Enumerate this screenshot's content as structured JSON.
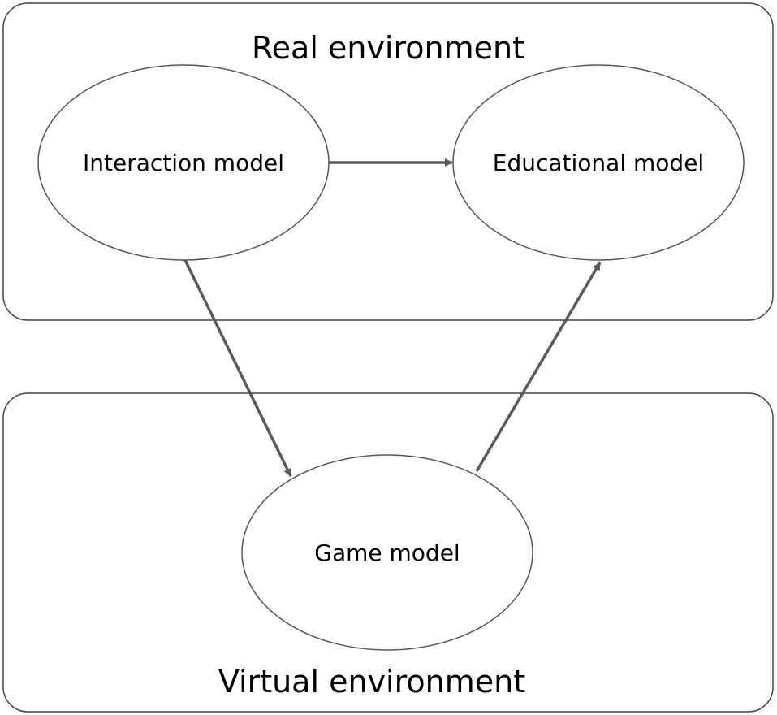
{
  "regions": {
    "real": {
      "title": "Real environment"
    },
    "virtual": {
      "title": "Virtual environment"
    }
  },
  "nodes": {
    "interaction": {
      "label": "Interaction model"
    },
    "educational": {
      "label": "Educational model"
    },
    "game": {
      "label": "Game model"
    }
  },
  "edges": [
    {
      "from": "interaction",
      "to": "educational"
    },
    {
      "from": "interaction",
      "to": "game"
    },
    {
      "from": "game",
      "to": "educational"
    }
  ],
  "colors": {
    "box_stroke": "#444444",
    "node_stroke": "#555555",
    "arrow": "#5a5a5a",
    "text": "#000000"
  }
}
